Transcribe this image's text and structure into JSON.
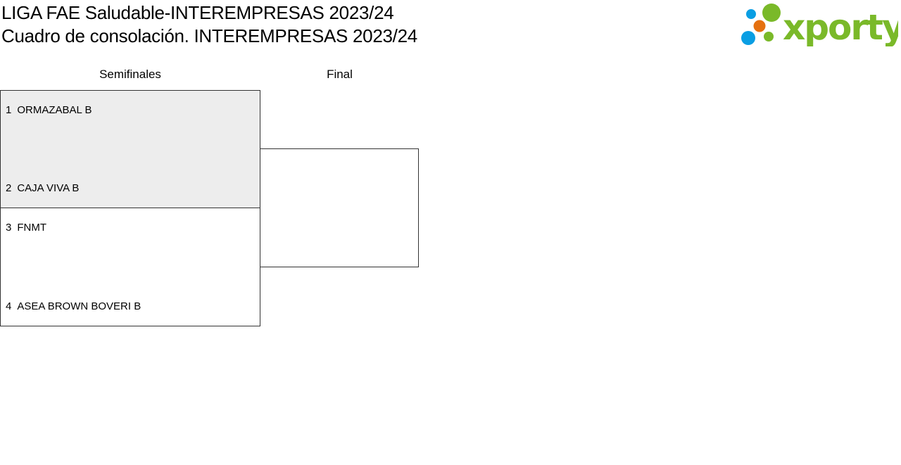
{
  "header": {
    "title": "LIGA FAE Saludable-INTEREMPRESAS 2023/24",
    "subtitle": "Cuadro de consolación. INTEREMPRESAS 2023/24",
    "logo_text": "xporty"
  },
  "rounds": [
    {
      "label": "Semifinales"
    },
    {
      "label": "Final"
    }
  ],
  "semifinals": [
    {
      "highlighted": true,
      "teams": [
        {
          "seed": "1",
          "name": "ORMAZABAL B"
        },
        {
          "seed": "2",
          "name": "CAJA VIVA B"
        }
      ]
    },
    {
      "highlighted": false,
      "teams": [
        {
          "seed": "3",
          "name": "FNMT"
        },
        {
          "seed": "4",
          "name": "ASEA BROWN BOVERI B"
        }
      ]
    }
  ],
  "colors": {
    "green": "#7ab929",
    "blue": "#0a9ee3",
    "orange": "#e5700f",
    "highlight": "#ededed"
  }
}
